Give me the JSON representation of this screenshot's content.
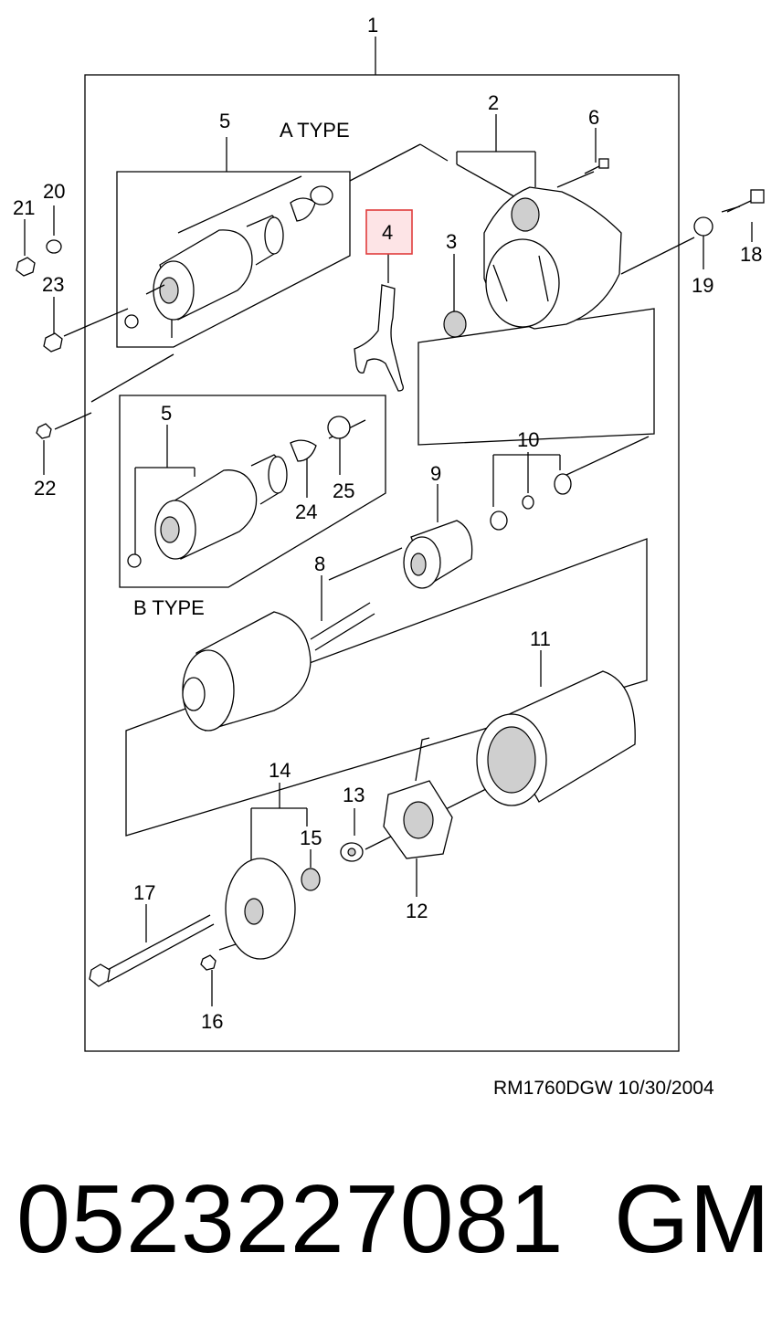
{
  "diagram": {
    "callouts": {
      "c1": "1",
      "c2": "2",
      "c3": "3",
      "c4": "4",
      "c5a": "5",
      "c5b": "5",
      "c6": "6",
      "c8": "8",
      "c9": "9",
      "c10": "10",
      "c11": "11",
      "c12": "12",
      "c13": "13",
      "c14": "14",
      "c15": "15",
      "c16": "16",
      "c17": "17",
      "c18": "18",
      "c19": "19",
      "c20": "20",
      "c21": "21",
      "c22": "22",
      "c23": "23",
      "c24": "24",
      "c25": "25"
    },
    "type_a_label": "A TYPE",
    "type_b_label": "B TYPE",
    "highlight_color": "#e03c3c",
    "highlight_fill": "#fde4e6"
  },
  "footer": {
    "reference": "RM1760DGW  10/30/2004",
    "part_number": "0523227081",
    "brand": "GM"
  }
}
